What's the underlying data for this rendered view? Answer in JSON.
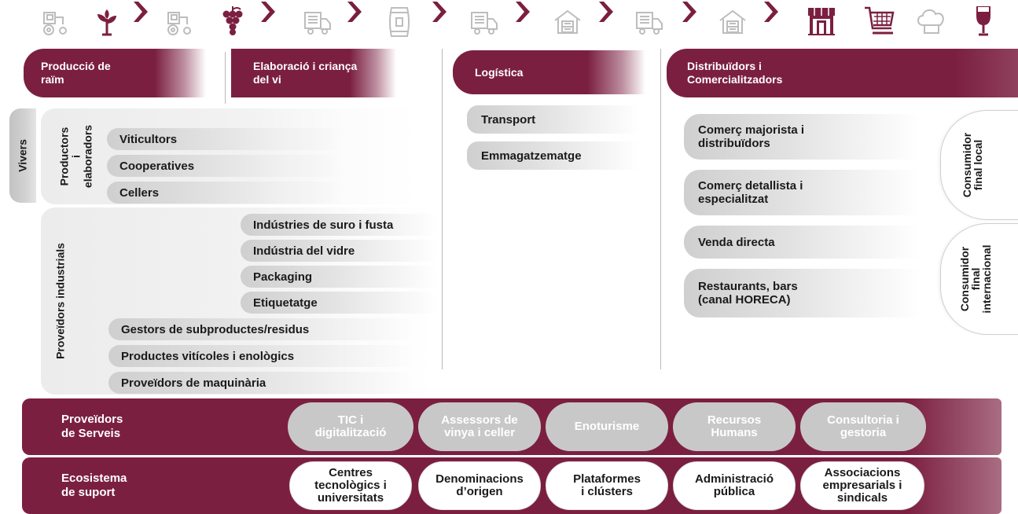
{
  "colors": {
    "maroon": "#7b1f40",
    "icon_grey": "#bdbdbd",
    "grey_pill": "#c8c8c8"
  },
  "icons": [
    "tractor-icon",
    "vine-sprout-icon",
    "tractor-icon",
    "grapes-icon",
    "truck-icon",
    "barrel-icon",
    "truck-icon",
    "warehouse-icon",
    "truck-icon",
    "warehouse-icon",
    "shop-icon",
    "shopping-cart-icon",
    "chef-hat-icon",
    "wine-glass-icon"
  ],
  "phases": {
    "grape": "Producció de\nraïm",
    "wine": "Elaboració i criança\ndel vi",
    "logistics": "Logística",
    "distribution": "Distribuïdors i\nComercialitzadors"
  },
  "side": {
    "vivers": "Vivers"
  },
  "producers": {
    "label": "Productors i\nelaboradors",
    "items": [
      "Viticultors",
      "Cooperatives",
      "Cellers"
    ]
  },
  "industrial": {
    "label": "Proveïdors industrials",
    "inner_items": [
      "Indústries de suro i fusta",
      "Indústria del vidre",
      "Packaging",
      "Etiquetatge"
    ],
    "items": [
      "Gestors de subproductes/residus",
      "Productes vitícoles i enològics",
      "Proveïdors de maquinària"
    ]
  },
  "logistics_items": [
    "Transport",
    "Emmagatzematge"
  ],
  "distribution_items": [
    "Comerç majorista i\ndistribuïdors",
    "Comerç detallista i\nespecialitzat",
    "Venda directa",
    "Restaurants, bars\n(canal HORECA)"
  ],
  "consumers": [
    "Consumidor\nfinal local",
    "Consumidor\nfinal\ninternacional"
  ],
  "services": {
    "title": "Proveïdors\nde Serveis",
    "items": [
      "TIC i\ndigitalització",
      "Assessors de\nvinya i celler",
      "Enoturisme",
      "Recursos\nHumans",
      "Consultoria i\ngestoria"
    ]
  },
  "ecosystem": {
    "title": "Ecosistema\nde suport",
    "items": [
      "Centres\ntecnològics i\nuniversitats",
      "Denominacions\nd’origen",
      "Plataformes\ni clústers",
      "Administració\npública",
      "Associacions\nempresarials i\nsindicals"
    ]
  }
}
